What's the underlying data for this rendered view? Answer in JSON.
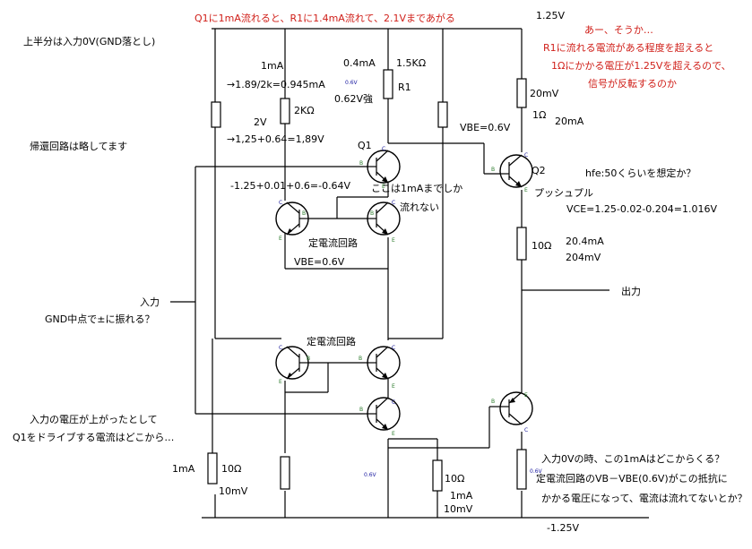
{
  "top_note": "Q1に1mA流れると、R1に1.4mA流れて、2.1Vまであがる",
  "vcc_label": "1.25V",
  "vee_label": "-1.25V",
  "left_notes": {
    "upper_half": "上半分は入力0V(GND落とし)",
    "feedback": "帰還回路は略してます",
    "input": "入力",
    "input_q": "GND中点で±に振れる？",
    "drive_q1": "入力の電圧が上がったとして",
    "drive_q2": "Q1をドライブする電流はどこから…"
  },
  "right_notes": {
    "line1": "あー、そうか…",
    "line2": "R1に流れる電流がある程度を超えると",
    "line3": "1Ωにかかる電圧が1.25Vを超えるので、",
    "line4": "信号が反転するのか"
  },
  "labels": {
    "i_1ma": "1mA",
    "calc_i": "→1.89/2k=0.945mA",
    "r_2k": "2KΩ",
    "v_2v": "2V",
    "calc_v": "→1,25+0.64=1,89V",
    "i_04ma": "0.4mA",
    "r_15k": "1.5KΩ",
    "r1": "R1",
    "v_062": "0.62V強",
    "q1": "Q1",
    "vbe_06": "VBE=0.6V",
    "base_calc": "-1.25+0.01+0.6=-0.64V",
    "note_only1ma_a": "ここは1mAまでしか",
    "note_only1ma_b": "流れない",
    "ccs_upper": "定電流回路",
    "vbe_06_b": "VBE=0.6V",
    "v_20mv": "20mV",
    "r_1ohm": "1Ω",
    "i_20ma": "20mA",
    "q2": "Q2",
    "hfe": "hfe:50くらいを想定か？",
    "pushpull": "プッシュプル",
    "vce": "VCE=1.25-0.02-0.204=1.016V",
    "r_10_mid": "10Ω",
    "i_204ma": "20.4mA",
    "v_204mv": "204mV",
    "output": "出力",
    "ccs_lower": "定電流回路",
    "i_1ma_b": "1mA",
    "r_10_left": "10Ω",
    "v_10mv": "10mV",
    "r_10_right": "10Ω",
    "i_1ma_c": "1mA",
    "v_10mv_b": "10mV",
    "q_input0_a": "入力0Vの時、この1mAはどこからくる？",
    "q_input0_b": "定電流回路のVB－VBE(0.6V)がこの抵抗に",
    "q_input0_c": "かかる電圧になって、電流は流れてないとか？",
    "tiny_06v_a": "0.6V",
    "tiny_06v_b": "0.6V",
    "tiny_06v_c": "0.6V"
  },
  "colors": {
    "annotation_red": "#d0201a",
    "wire": "#000000",
    "pin_green": "#2a7a2a",
    "pin_blue": "#1a1a9a"
  }
}
